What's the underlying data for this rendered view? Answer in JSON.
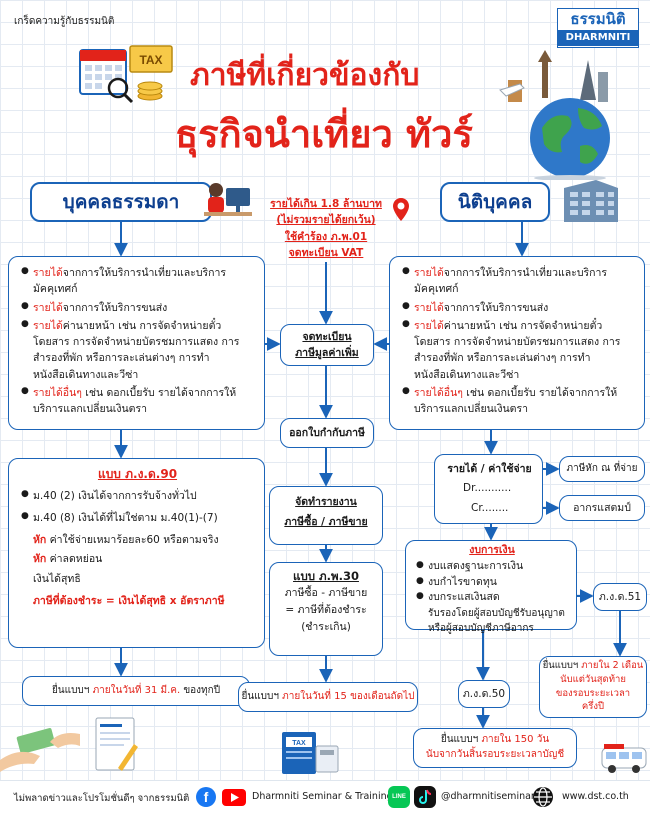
{
  "header": {
    "brand_caption": "เกร็ดความรู้กับธรรมนิติ",
    "logo_th": "ธรรมนิติ",
    "logo_en": "DHARMNITI",
    "title_line1": "ภาษีที่เกี่ยวข้องกับ",
    "title_line2": "ธุรกิจนำเที่ยว ทัวร์",
    "tax_sign": "TAX"
  },
  "left": {
    "heading": "บุคคลธรรมดา",
    "income_items": [
      {
        "red": "รายได้",
        "rest": "จากการให้บริการนำเที่ยวและบริการมัคคุเทศก์"
      },
      {
        "red": "รายได้",
        "rest": "จากการให้บริการขนส่ง"
      },
      {
        "red": "รายได้",
        "rest": "ค่านายหน้า เช่น การจัดจำหน่ายตั๋วโดยสาร การจัดจำหน่ายบัตรชมการแสดง การสำรองที่พัก หรือการละเล่นต่างๆ การทำหนังสือเดินทางและวีซ่า"
      },
      {
        "red": "รายได้อื่นๆ",
        "rest": " เช่น ดอกเบี้ยรับ รายได้จากการให้บริการแลกเปลี่ยนเงินตรา"
      }
    ],
    "form_title": "แบบ ภ.ง.ด.90",
    "form_items": [
      "ม.40 (2) เงินได้จากการรับจ้างทั่วไป",
      "ม.40 (8) เงินได้ที่ไม่ใช่ตาม ม.40(1)-(7)"
    ],
    "deduct1_red": "หัก",
    "deduct1_rest": " ค่าใช้จ่ายเหมาร้อยละ60 หรือตามจริง",
    "deduct2_red": "หัก",
    "deduct2_rest": " ค่าลดหย่อน",
    "net_income": "เงินได้สุทธิ",
    "tax_formula": "ภาษีที่ต้องชำระ = เงินได้สุทธิ x อัตราภาษี",
    "deadline_black": "ยื่นแบบฯ ",
    "deadline_red": "ภายในวันที่ 31 มี.ค.",
    "deadline_tail": " ของทุกปี"
  },
  "center": {
    "threshold_lines": [
      "รายได้เกิน 1.8 ล้านบาท",
      "(ไม่รวมรายได้ยกเว้น)",
      "ใช้คำร้อง ภ.พ.01",
      "จดทะเบียน VAT"
    ],
    "register_lines": [
      "จดทะเบียน",
      "ภาษีมูลค่าเพิ่ม"
    ],
    "invoice": "ออกใบกำกับภาษี",
    "report_lines": [
      "จัดทำรายงาน",
      "ภาษีซื้อ / ภาษีขาย"
    ],
    "pp30_title": "แบบ ภ.พ.30",
    "pp30_lines": [
      "ภาษีซื้อ - ภาษีขาย",
      "= ภาษีที่ต้องชำระ",
      "(ชำระเกิน)"
    ],
    "deadline_black": "ยื่นแบบฯ ",
    "deadline_red": "ภายในวันที่ 15 ของเดือนถัดไป"
  },
  "right": {
    "heading": "นิติบุคคล",
    "income_items": [
      {
        "red": "รายได้",
        "rest": "จากการให้บริการนำเที่ยวและบริการมัคคุเทศก์"
      },
      {
        "red": "รายได้",
        "rest": "จากการให้บริการขนส่ง"
      },
      {
        "red": "รายได้",
        "rest": "ค่านายหน้า เช่น การจัดจำหน่ายตั๋วโดยสาร การจัดจำหน่ายบัตรชมการแสดง การสำรองที่พัก หรือการละเล่นต่างๆ การทำหนังสือเดินทางและวีซ่า"
      },
      {
        "red": "รายได้อื่นๆ",
        "rest": " เช่น ดอกเบี้ยรับ รายได้จากการให้บริการแลกเปลี่ยนเงินตรา"
      }
    ],
    "ledger_title": "รายได้ / ค่าใช้จ่าย",
    "ledger_dr": "Dr...........",
    "ledger_cr": "Cr........",
    "withholding": "ภาษีหัก ณ ที่จ่าย",
    "stamp_duty": "อากรแสตมป์",
    "fin_title": "งบการเงิน",
    "fin_items": [
      "งบแสดงฐานะการเงิน",
      "งบกำไรขาดทุน",
      "งบกระแสเงินสด"
    ],
    "certify_lines": [
      "รับรองโดยผู้สอบบัญชีรับอนุญาต",
      "หรือผู้สอบบัญชีภาษีอากร"
    ],
    "pnd51": "ภ.ง.ด.51",
    "pnd51_deadline_black": "ยื่นแบบฯ ",
    "pnd51_deadline_red": "ภายใน 2 เดือน",
    "pnd51_deadline_lines": [
      "นับแต่วันสุดท้าย",
      "ของรอบระยะเวลา",
      "ครึ่งปี"
    ],
    "pnd50": "ภ.ง.ด.50",
    "pnd50_deadline_black": "ยื่นแบบฯ ",
    "pnd50_deadline_red": "ภายใน 150 วัน",
    "pnd50_deadline_line2": "นับจากวันสิ้นรอบระยะเวลาบัญชี"
  },
  "footer": {
    "tagline": "ไม่พลาดข่าวและโปรโมชั่นดีๆ จากธรรมนิติ",
    "facebook_label": "Dharmniti Seminar & Training",
    "line_label": "LINE",
    "handle": "@dharmnitiseminar",
    "website": "www.dst.co.th"
  },
  "colors": {
    "blue": "#1b64b8",
    "red": "#e2231a",
    "navy": "#0d3f8f"
  }
}
